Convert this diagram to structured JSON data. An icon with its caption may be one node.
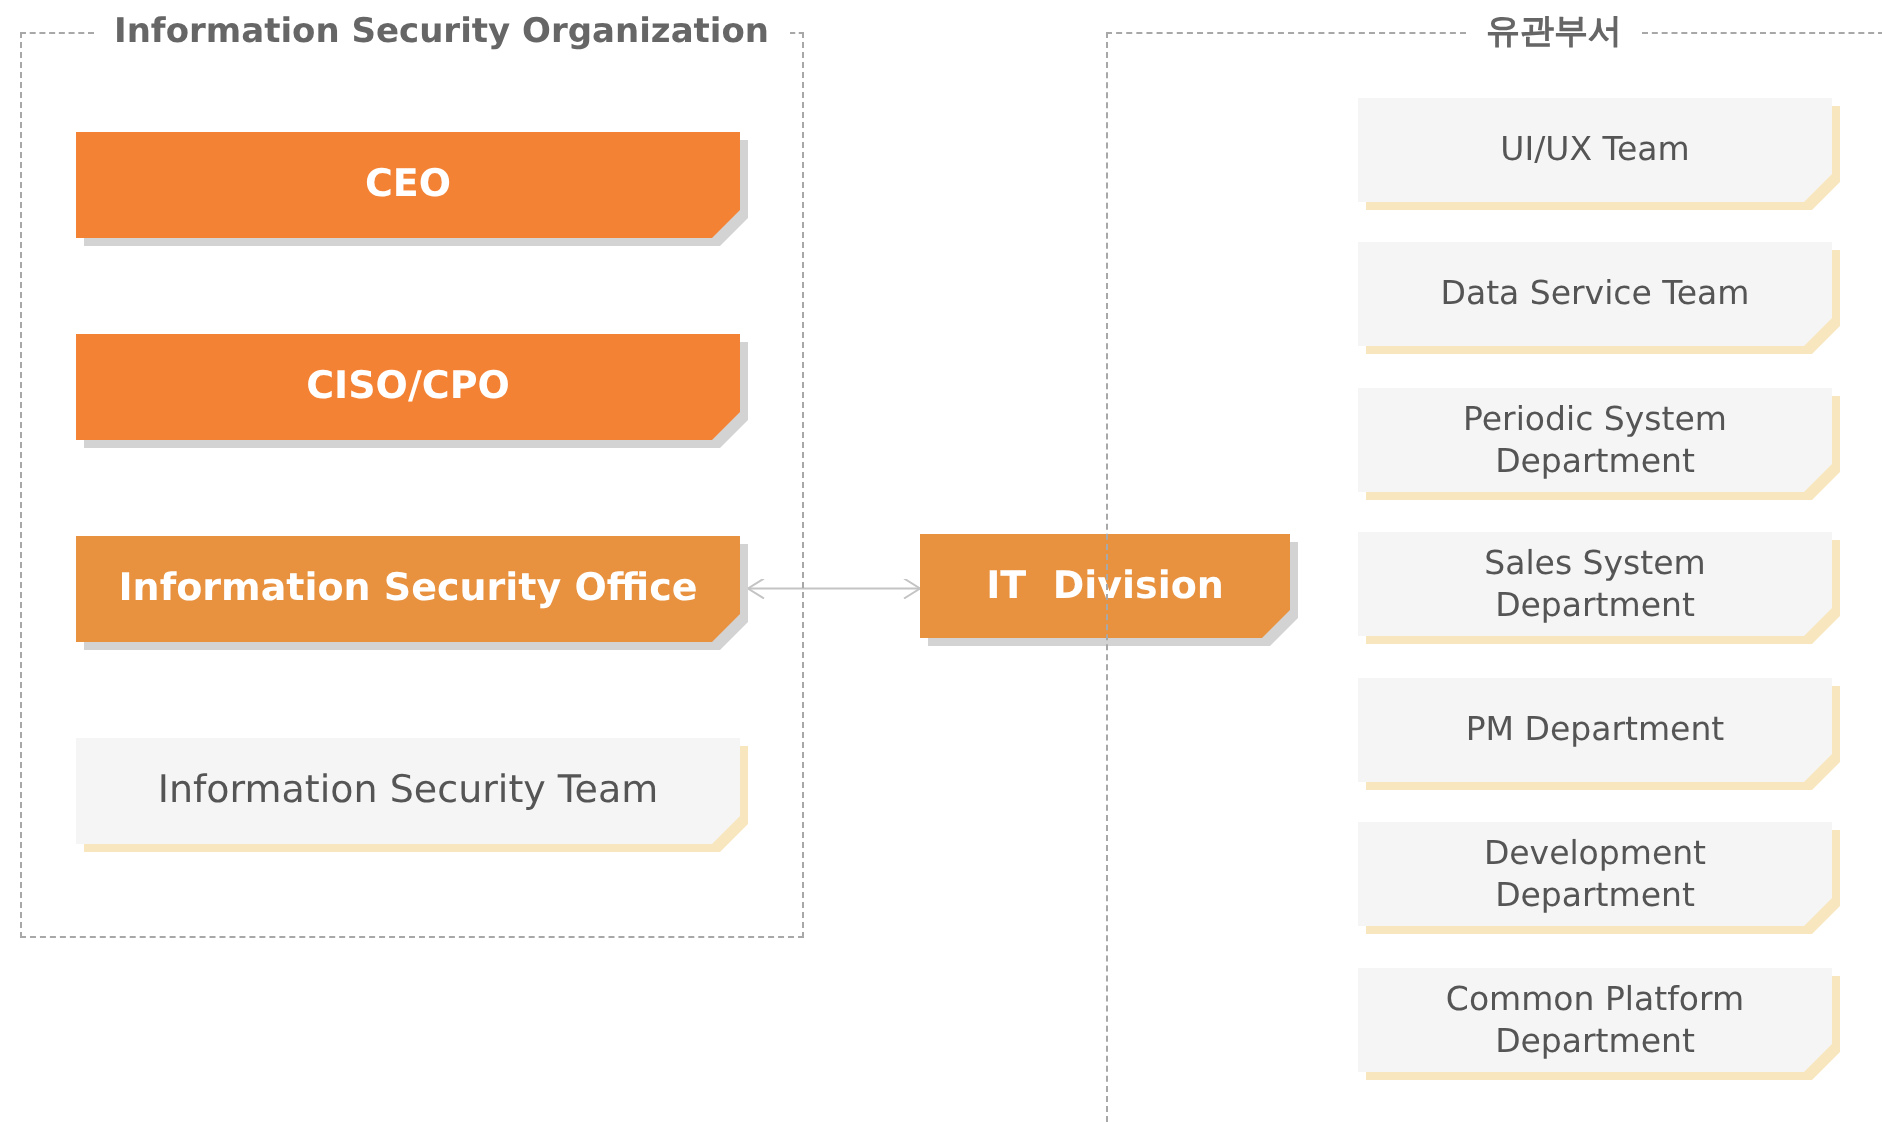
{
  "diagram": {
    "nodes": [
      {
        "text": [
          "Information Security Organization"
        ]
      },
      {
        "text": [
          "CEO"
        ],
        "in": 0
      },
      {
        "text": [
          "CISO/CPO"
        ],
        "in": 0
      },
      {
        "text": [
          "Information Security Office"
        ],
        "in": 0
      },
      {
        "text": [
          "Information Security Team"
        ],
        "in": 0
      },
      {
        "text": [
          "IT  Division"
        ]
      },
      {
        "text": [
          "유관부서"
        ]
      },
      {
        "text": [
          "UI/UX Team"
        ],
        "in": 6
      },
      {
        "text": [
          "Data Service Team"
        ],
        "in": 6
      },
      {
        "text": [
          "Periodic System Department"
        ],
        "in": 6
      },
      {
        "text": [
          "Sales System Department"
        ],
        "in": 6
      },
      {
        "text": [
          "PM Department"
        ],
        "in": 6
      },
      {
        "text": [
          "Development Department"
        ],
        "in": 6
      },
      {
        "text": [
          "Common Platform Department"
        ],
        "in": 6
      }
    ],
    "edges": [
      {
        "from": 3,
        "to": 5,
        "arrow": "both"
      }
    ]
  }
}
